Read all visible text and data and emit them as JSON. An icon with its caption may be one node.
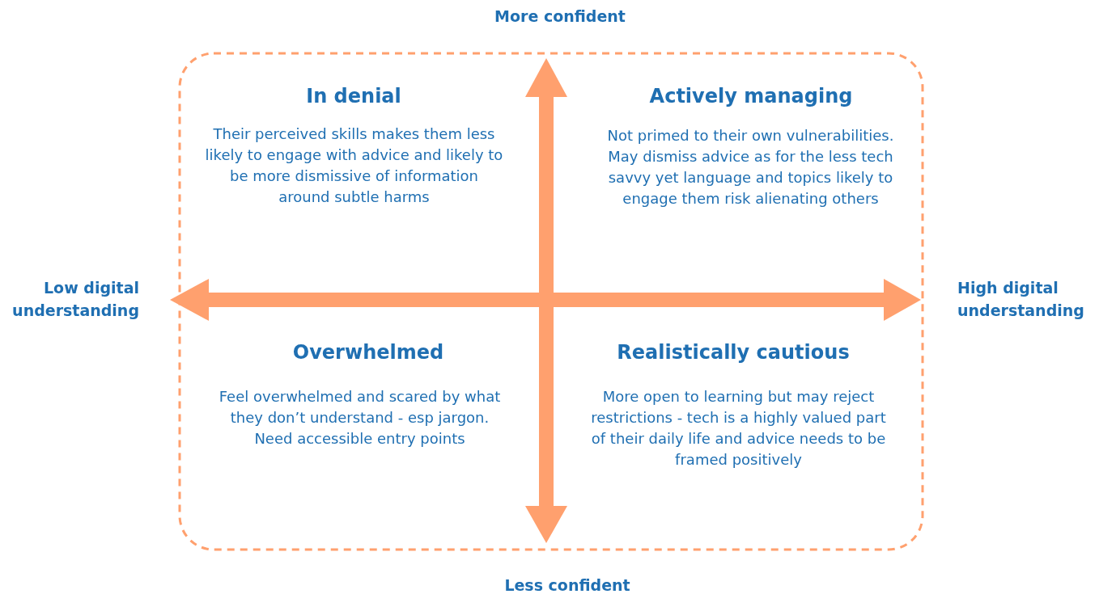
{
  "diagram": {
    "labels": [
      "More confident",
      "In denial",
      "Actively managing",
      "Their perceived skills makes them less likely to engage with advice and likely to be more dismissive of information around subtle harms",
      "Not primed to their own vulnerabilities. May dismiss advice as for the less tech savvy yet language and topics likely to engage them risk alienating others",
      "Low digital understanding",
      "High digital understanding",
      "Overwhelmed",
      "Realistically cautious",
      "Feel overwhelmed and scared by what they don’t understand - esp jargon. Need accessible entry points",
      "More open to learning but may reject restrictions - tech is a highly valued part of their daily life and advice needs to be framed positively",
      "Less confident"
    ]
  }
}
